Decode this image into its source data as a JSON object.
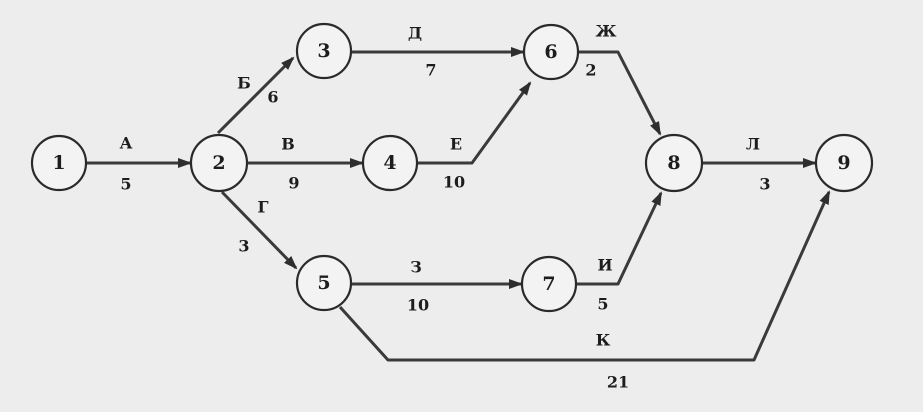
{
  "nodes": [
    {
      "id": "1",
      "label": "1"
    },
    {
      "id": "2",
      "label": "2"
    },
    {
      "id": "3",
      "label": "3"
    },
    {
      "id": "4",
      "label": "4"
    },
    {
      "id": "5",
      "label": "5"
    },
    {
      "id": "6",
      "label": "6"
    },
    {
      "id": "7",
      "label": "7"
    },
    {
      "id": "8",
      "label": "8"
    },
    {
      "id": "9",
      "label": "9"
    }
  ],
  "edges": [
    {
      "from": "1",
      "to": "2",
      "name": "А",
      "duration": "5"
    },
    {
      "from": "2",
      "to": "3",
      "name": "Б",
      "duration": "6"
    },
    {
      "from": "2",
      "to": "4",
      "name": "В",
      "duration": "9"
    },
    {
      "from": "2",
      "to": "5",
      "name": "Г",
      "duration": "3"
    },
    {
      "from": "3",
      "to": "6",
      "name": "Д",
      "duration": "7"
    },
    {
      "from": "4",
      "to": "6",
      "name": "Е",
      "duration": "10"
    },
    {
      "from": "6",
      "to": "8",
      "name": "Ж",
      "duration": "2"
    },
    {
      "from": "5",
      "to": "7",
      "name": "З",
      "duration": "10"
    },
    {
      "from": "7",
      "to": "8",
      "name": "И",
      "duration": "5"
    },
    {
      "from": "5",
      "to": "9",
      "name": "К",
      "duration": "21"
    },
    {
      "from": "8",
      "to": "9",
      "name": "Л",
      "duration": "3"
    }
  ],
  "colors": {
    "background": "#ededed",
    "stroke": "#2a2a2a",
    "text": "#1d1d1d"
  }
}
